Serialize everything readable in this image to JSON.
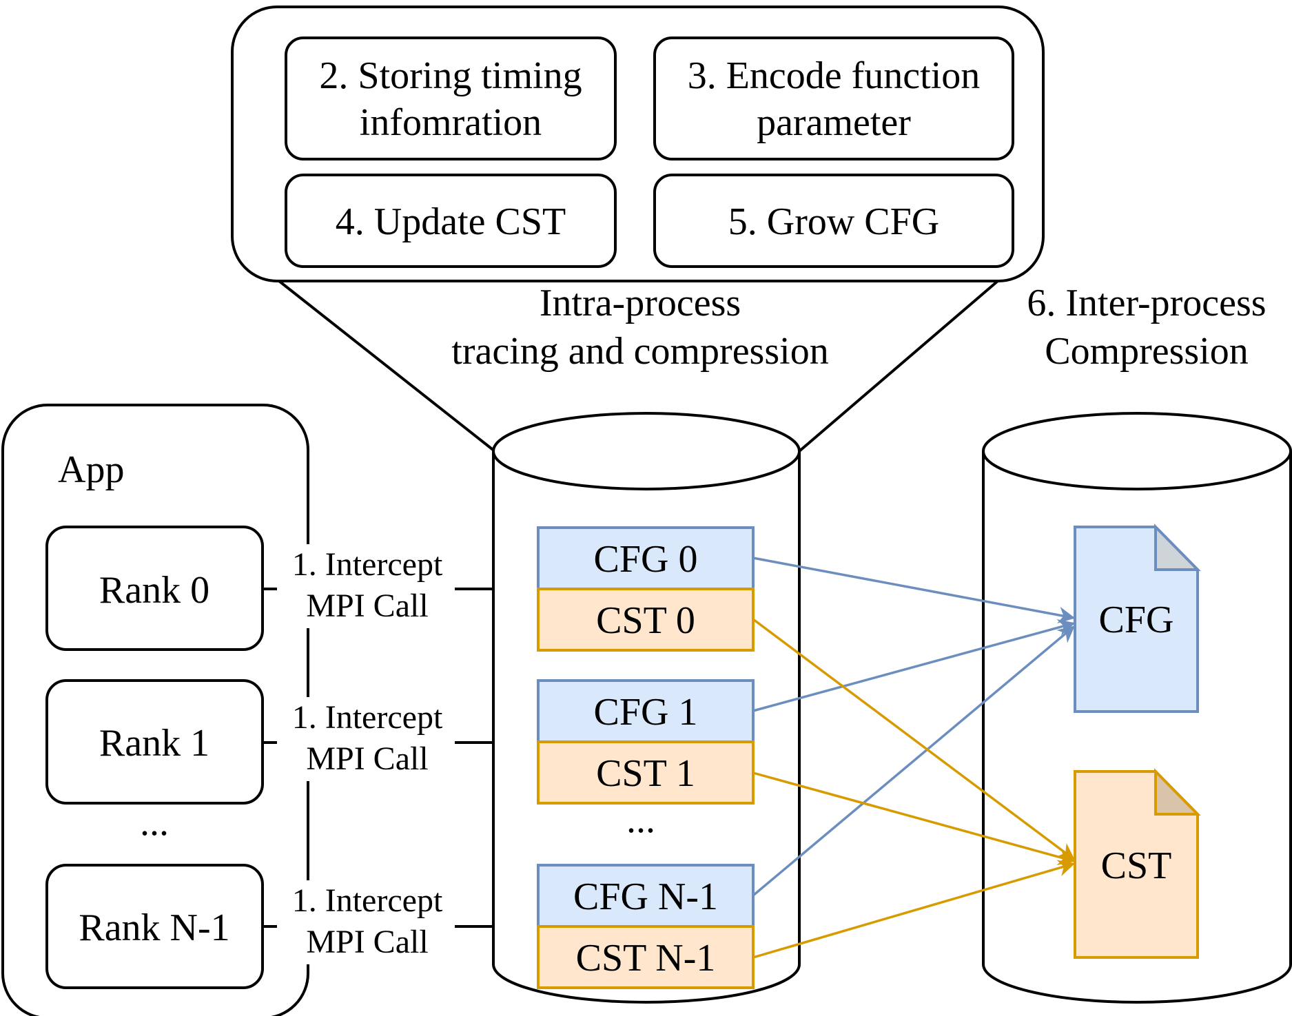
{
  "colors": {
    "cfg_fill": "#dae8fc",
    "cfg_stroke": "#6c8ebf",
    "cst_fill": "#ffe6cc",
    "cst_stroke": "#d79b00",
    "fold_fill": "#cfd4d9",
    "line": "#000000"
  },
  "intra": {
    "step2": [
      "2. Storing timing",
      "infomration"
    ],
    "step3": [
      "3. Encode function",
      "parameter"
    ],
    "step4": "4. Update CST",
    "step5": "5. Grow CFG",
    "label": [
      "Intra-process",
      "tracing and compression"
    ]
  },
  "inter": {
    "label": [
      "6. Inter-process",
      "Compression"
    ],
    "cfg_doc": "CFG",
    "cst_doc": "CST"
  },
  "app": {
    "title": "App",
    "ranks": [
      "Rank 0",
      "Rank 1",
      "Rank N-1"
    ],
    "ellipsis": "...",
    "intercept": [
      "1. Intercept",
      "MPI Call"
    ]
  },
  "storage": {
    "items": [
      {
        "cfg": "CFG 0",
        "cst": "CST 0"
      },
      {
        "cfg": "CFG 1",
        "cst": "CST 1"
      },
      {
        "cfg": "CFG N-1",
        "cst": "CST N-1"
      }
    ],
    "ellipsis": "..."
  }
}
